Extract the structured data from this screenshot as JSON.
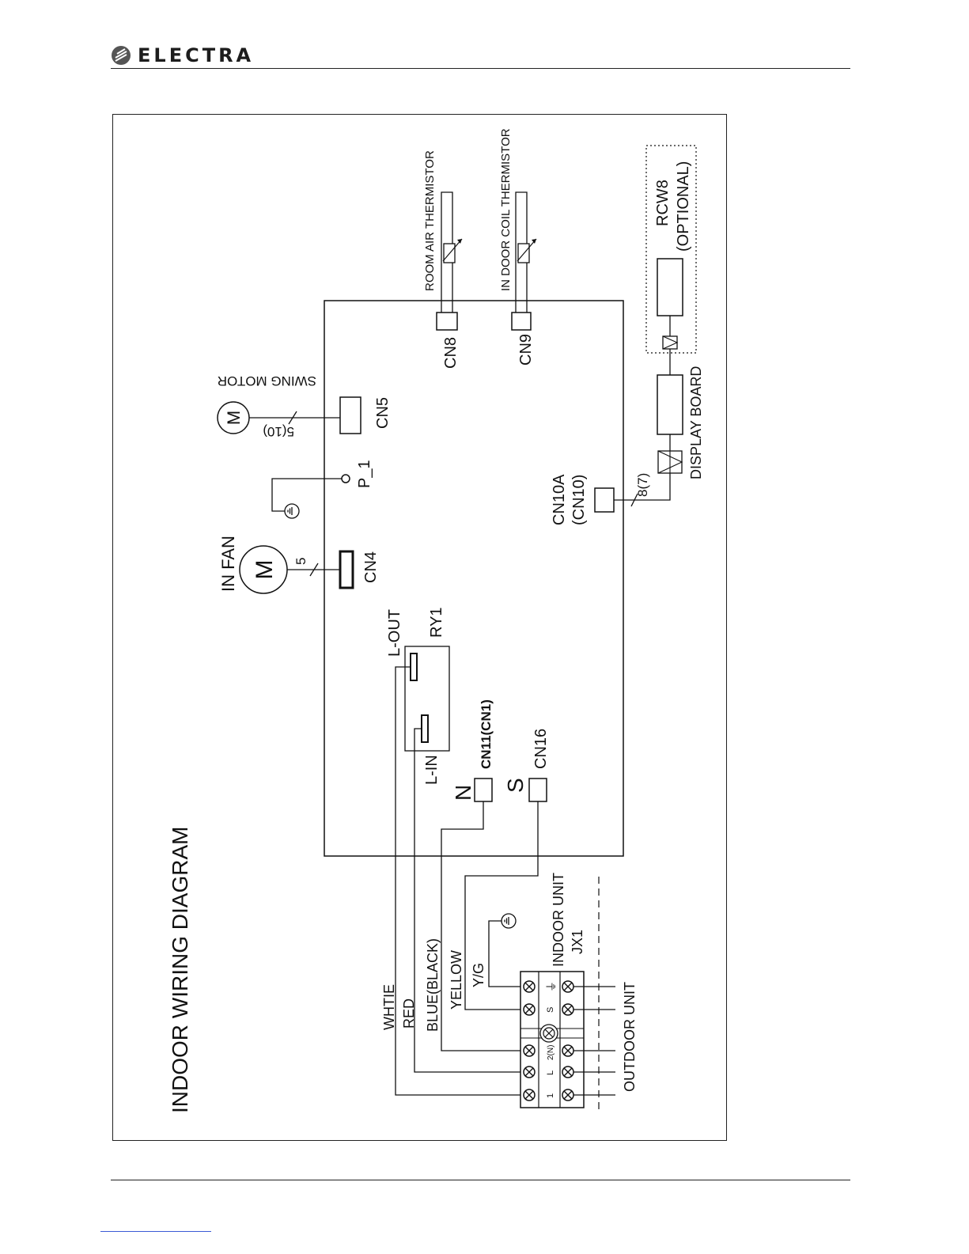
{
  "header": {
    "logo_text": "ELECTRA"
  },
  "diagram": {
    "title": "INDOOR WIRING DIAGRAM",
    "labels": {
      "swing_motor": "SWING MOTOR",
      "swing_wire": "5(10)",
      "cn5": "CN5",
      "p1": "P_1",
      "in_fan": "IN FAN",
      "fan_wire": "5",
      "cn4": "CN4",
      "cn8": "CN8",
      "cn9": "CN9",
      "room_air_thermistor": "ROOM AIR THERMISTOR",
      "indoor_coil_thermistor": "IN DOOR COIL THERMISTOR",
      "rcw8": "RCW8",
      "optional": "(OPTIONAL)",
      "display_board": "DISPLAY BOARD",
      "display_wire": "8(7)",
      "cn10a": "CN10A",
      "cn10": "(CN10)",
      "l_out": "L-OUT",
      "ry1": "RY1",
      "l_in": "L-IN",
      "n": "N",
      "cn11": "CN11(CN1)",
      "s": "S",
      "cn16": "CN16",
      "whtie": "WHTIE",
      "red": "RED",
      "blue_black": "BLUE(BLACK)",
      "yellow": "YELLOW",
      "yg": "Y/G",
      "indoor_unit": "INDOOR UNIT",
      "jx1": "JX1",
      "outdoor_unit": "OUTDOOR UNIT",
      "motor_m": "M"
    },
    "terminal_labels": [
      "1",
      "L",
      "2(N)",
      "S",
      "⏚"
    ]
  }
}
